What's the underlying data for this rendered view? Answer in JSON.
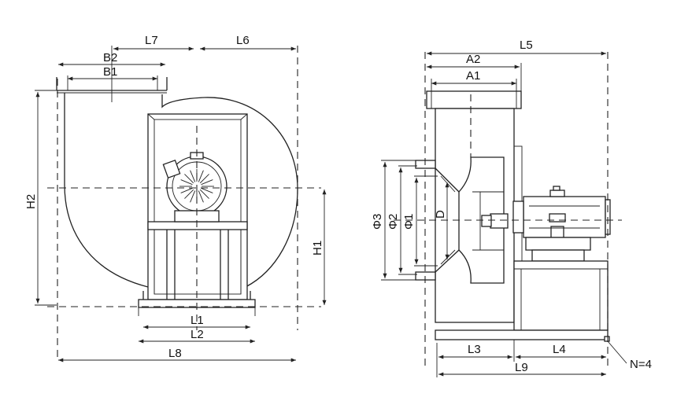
{
  "front_view": {
    "labels": {
      "L7": "L7",
      "L6": "L6",
      "B2": "B2",
      "B1": "B1",
      "H2": "H2",
      "H1": "H1",
      "L1": "L1",
      "L2": "L2",
      "L8": "L8"
    }
  },
  "side_view": {
    "labels": {
      "L5": "L5",
      "A2": "A2",
      "A1": "A1",
      "phi3": "Φ3",
      "phi2": "Φ2",
      "phi1": "Φ1",
      "D": "D",
      "L3": "L3",
      "L4": "L4",
      "L9": "L9",
      "N": "N=4"
    }
  }
}
